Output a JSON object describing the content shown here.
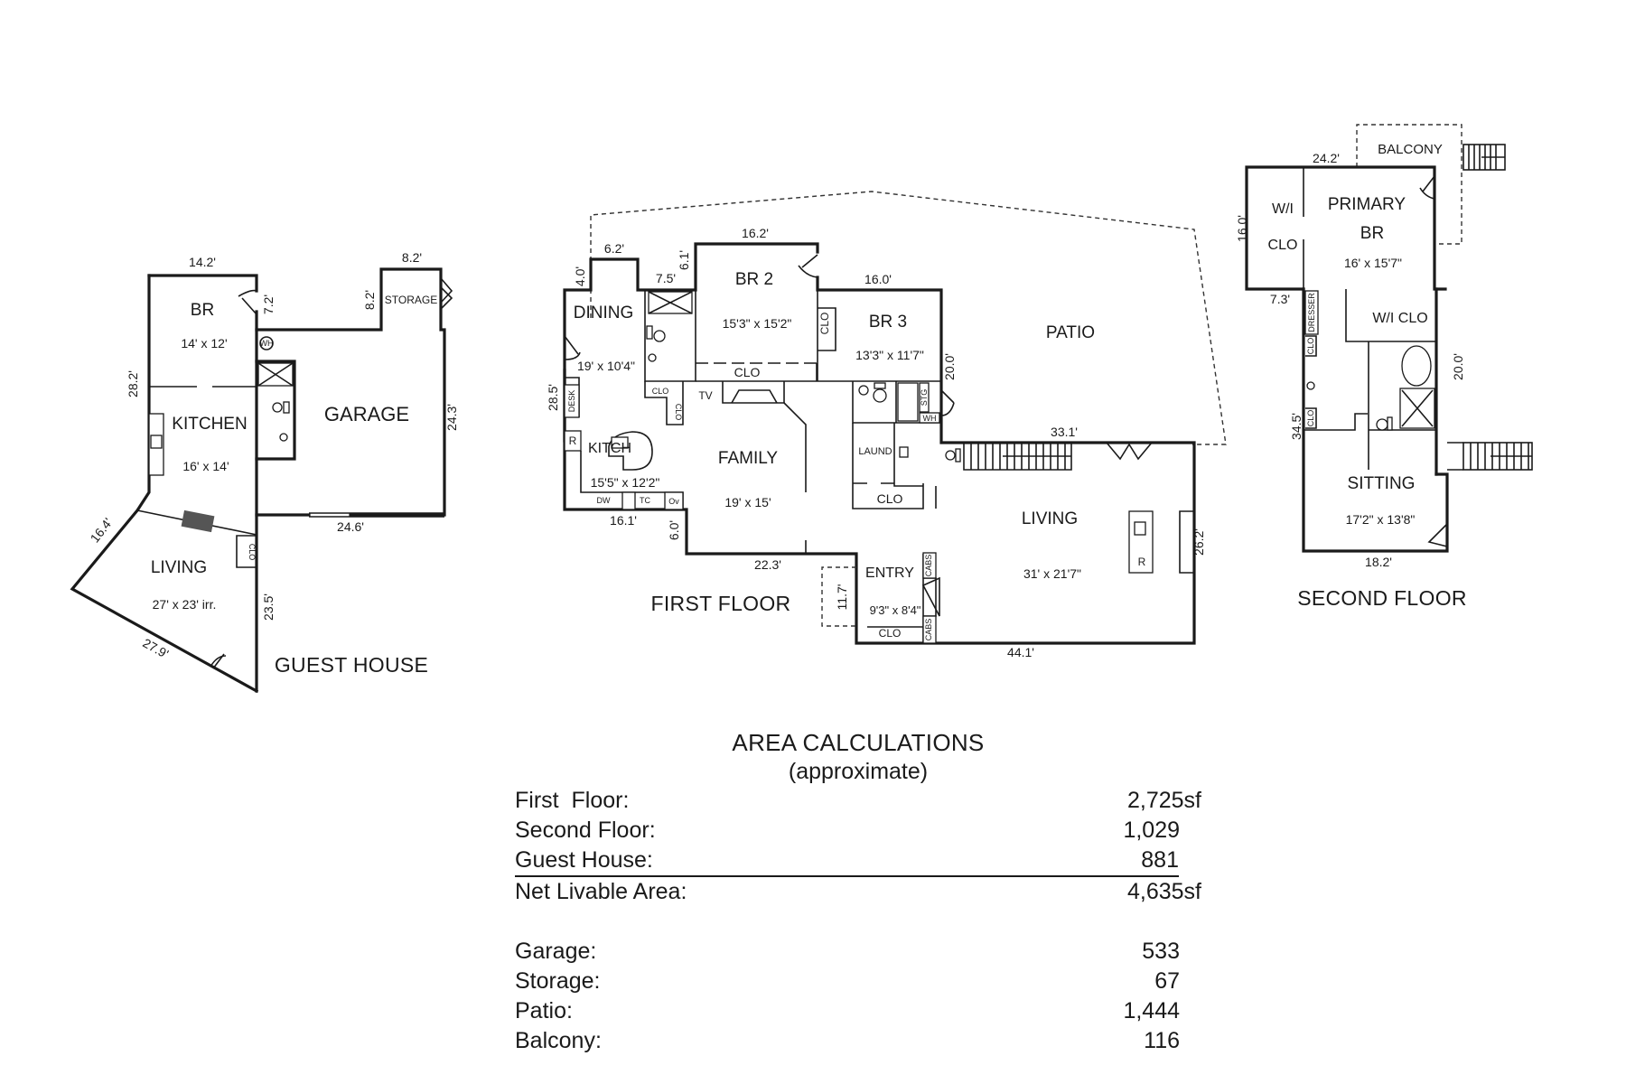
{
  "guest_house": {
    "title": "GUEST HOUSE",
    "rooms": [
      {
        "name": "BR",
        "size": "14' x 12'"
      },
      {
        "name": "KITCHEN",
        "size": "16' x 14'"
      },
      {
        "name": "LIVING",
        "size": "27' x 23' irr."
      },
      {
        "name": "GARAGE",
        "size": ""
      },
      {
        "name": "STORAGE",
        "size": ""
      }
    ],
    "labels": {
      "clo": "CLO",
      "wh": "WH"
    },
    "dimensions": {
      "top": "14.2'",
      "storage_top": "8.2'",
      "storage_side": "8.2'",
      "door": "7.2'",
      "left": "28.2'",
      "garage_side": "24.3'",
      "garage_bottom": "24.6'",
      "living_diag": "16.4'",
      "living_right": "23.5'",
      "living_bottom": "27.9'"
    }
  },
  "first_floor": {
    "title": "FIRST FLOOR",
    "rooms": [
      {
        "name": "DINING",
        "size": "19' x 10'4\""
      },
      {
        "name": "BR 2",
        "size": "15'3\" x 15'2\""
      },
      {
        "name": "BR 3",
        "size": "13'3\" x 11'7\""
      },
      {
        "name": "PATIO",
        "size": ""
      },
      {
        "name": "KITCH",
        "size": "15'5\" x 12'2\""
      },
      {
        "name": "FAMILY",
        "size": "19' x 15'"
      },
      {
        "name": "LIVING",
        "size": "31' x 21'7\""
      },
      {
        "name": "ENTRY",
        "size": "9'3\" x 8'4\""
      },
      {
        "name": "LAUND",
        "size": ""
      }
    ],
    "labels": {
      "clo": "CLO",
      "tv": "TV",
      "desk": "DESK",
      "r": "R",
      "dw": "DW",
      "tc": "TC",
      "ov": "Ov",
      "stg": "STG",
      "wh": "WH",
      "cabs": "CABS"
    },
    "dimensions": {
      "d4": "4.0'",
      "d62": "6.2'",
      "d75": "7.5'",
      "d61": "6.1'",
      "d162": "16.2'",
      "d160": "16.0'",
      "d200": "20.0'",
      "d285": "28.5'",
      "d161": "16.1'",
      "d60": "6.0'",
      "d223": "22.3'",
      "d117": "11.7'",
      "d331": "33.1'",
      "d262": "26.2'",
      "d441": "44.1'"
    }
  },
  "second_floor": {
    "title": "SECOND FLOOR",
    "rooms": [
      {
        "name": "PRIMARY",
        "name2": "BR",
        "size": "16' x 15'7\""
      },
      {
        "name": "W/I",
        "name2": "CLO",
        "size": ""
      },
      {
        "name": "W/I CLO",
        "size": ""
      },
      {
        "name": "SITTING",
        "size": "17'2\" x 13'8\""
      },
      {
        "name": "BALCONY",
        "size": ""
      }
    ],
    "labels": {
      "dresser": "DRESSER",
      "clo": "CLO"
    },
    "dimensions": {
      "top": "24.2'",
      "left": "16.0'",
      "d73": "7.3'",
      "d345": "34.5'",
      "d200": "20.0'",
      "bottom": "18.2'"
    }
  },
  "area_calculations": {
    "title": "AREA CALCULATIONS",
    "subtitle": "(approximate)",
    "livable": [
      {
        "label": "First  Floor:",
        "value": "2,725sf"
      },
      {
        "label": "Second Floor:",
        "value": "1,029"
      },
      {
        "label": "Guest House:",
        "value": "881"
      }
    ],
    "total": {
      "label": "Net Livable Area:",
      "value": "4,635sf"
    },
    "other": [
      {
        "label": "Garage:",
        "value": "533"
      },
      {
        "label": "Storage:",
        "value": "67"
      },
      {
        "label": "Patio:",
        "value": "1,444"
      },
      {
        "label": "Balcony:",
        "value": "116"
      }
    ]
  }
}
